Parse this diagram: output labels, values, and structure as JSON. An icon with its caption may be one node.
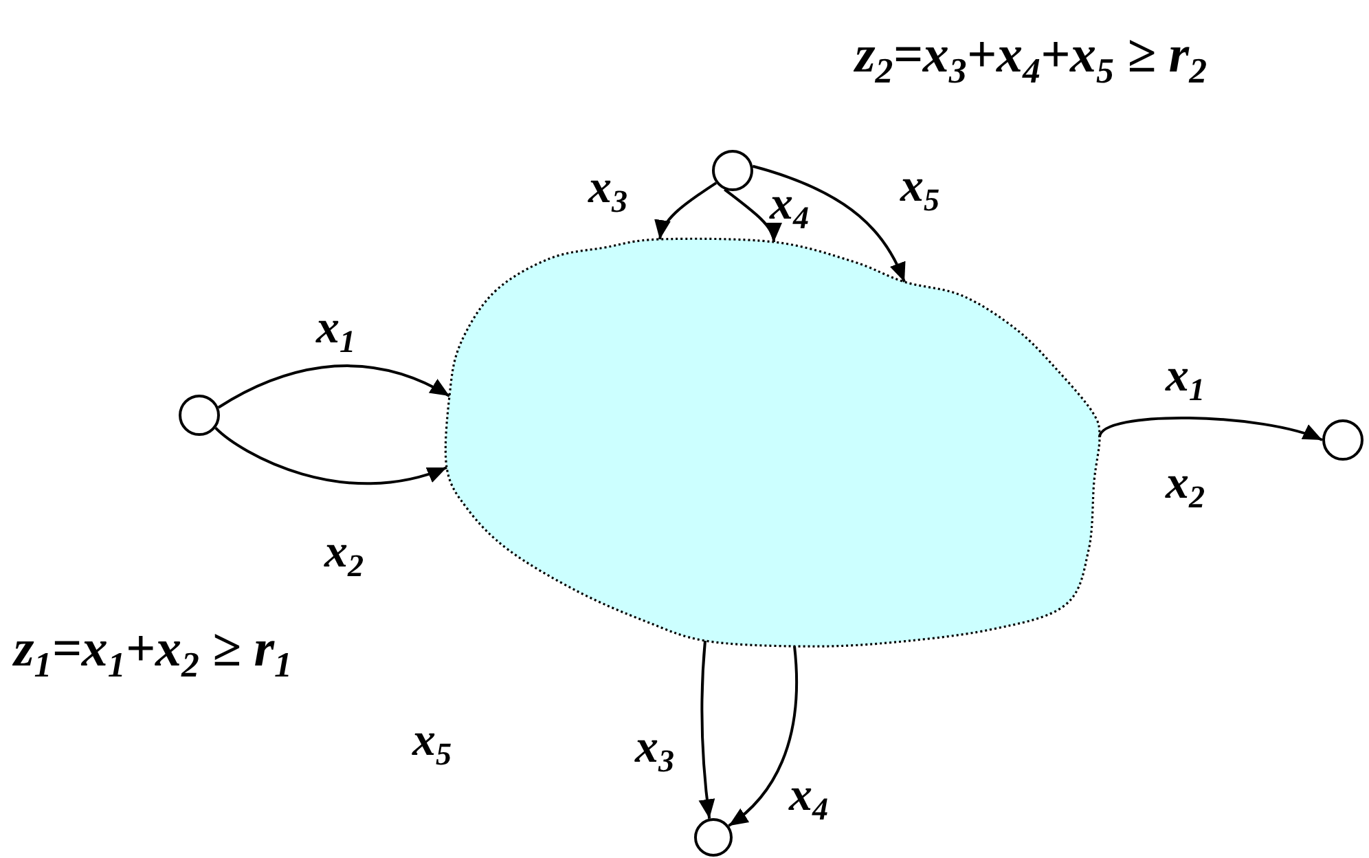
{
  "diagram": {
    "nodes": [
      {
        "text": [],
        "shape": "circle"
      },
      {
        "text": [],
        "shape": "cloud"
      },
      {
        "text": [],
        "shape": "circle"
      },
      {
        "text": [],
        "shape": "circle"
      },
      {
        "text": [],
        "shape": "circle"
      }
    ],
    "edges": [
      {
        "from": 0,
        "to": 1,
        "arrow": "to",
        "label": "x$_{1}$"
      },
      {
        "from": 0,
        "to": 1,
        "arrow": "to",
        "label": "x$_{2}$"
      },
      {
        "from": 2,
        "to": 1,
        "arrow": "to",
        "label": "x$_{3}$"
      },
      {
        "from": 2,
        "to": 1,
        "arrow": "to",
        "label": "x$_{4}$"
      },
      {
        "from": 2,
        "to": 1,
        "arrow": "to",
        "label": "x$_{5}$"
      },
      {
        "from": 1,
        "to": 3,
        "arrow": "to",
        "label": "x$_{1}$"
      },
      {
        "from": 1,
        "to": 4,
        "arrow": "to",
        "label": "x$_{3}$"
      },
      {
        "from": 1,
        "to": 4,
        "arrow": "to",
        "label": "x$_{4}$"
      }
    ],
    "labels": [
      "z$_{2}$=x$_{3}$+x$_{4}$+x$_{5}$ ≥ r$_{2}$",
      "x$_{2}$",
      "z$_{1}$=x$_{1}$+x$_{2}$ ≥ r$_{1}$",
      "x$_{5}$"
    ]
  }
}
